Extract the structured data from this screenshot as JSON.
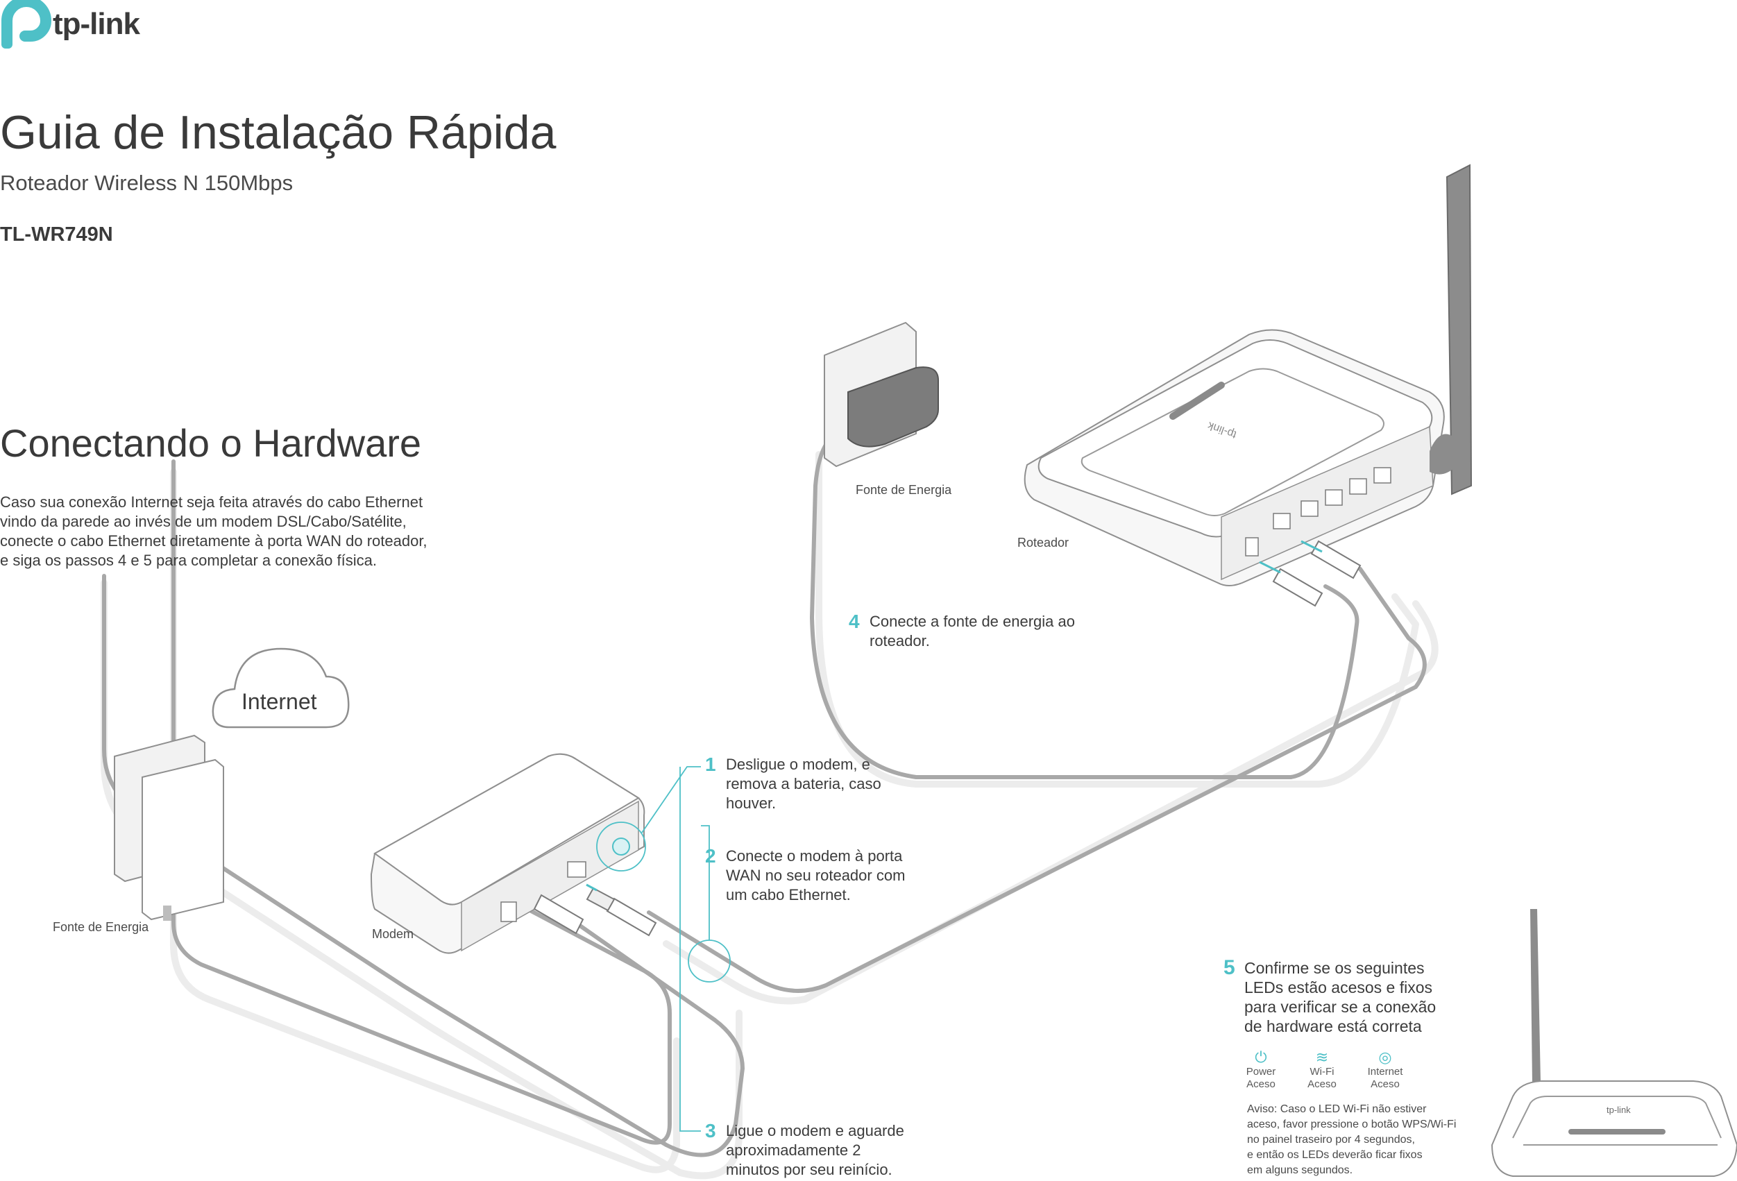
{
  "brand": {
    "name": "tp-link",
    "accent_color": "#4ec0c7"
  },
  "document": {
    "title": "Guia de Instalação Rápida",
    "subtitle": "Roteador Wireless N 150Mbps",
    "model": "TL-WR749N"
  },
  "section": {
    "heading": "Conectando o Hardware",
    "intro_lines": [
      "Caso sua conexão Internet seja feita através do cabo Ethernet",
      "vindo da parede ao invés de um modem DSL/Cabo/Satélite,",
      "conecte o cabo Ethernet diretamente à porta WAN do roteador,",
      "e siga os passos 4 e 5 para completar a conexão física."
    ]
  },
  "diagram": {
    "internet_label": "Internet",
    "modem_label": "Modem",
    "router_label": "Roteador",
    "power_label_left": "Fonte de Energia",
    "power_label_right": "Fonte de Energia",
    "router_logo": "tp-link"
  },
  "steps": [
    {
      "num": "1",
      "lines": [
        "Desligue o modem, e",
        "remova a bateria, caso",
        "houver."
      ]
    },
    {
      "num": "2",
      "lines": [
        "Conecte o modem à  porta",
        "WAN no seu roteador com",
        "um cabo Ethernet."
      ]
    },
    {
      "num": "3",
      "lines": [
        "Ligue o modem e  aguarde",
        "aproximadamente 2",
        "minutos por seu reinício."
      ]
    },
    {
      "num": "4",
      "lines": [
        "Conecte a fonte de energia ao",
        "roteador."
      ]
    },
    {
      "num": "5",
      "lines": [
        "Confirme se os seguintes",
        "LEDs estão acesos e fixos",
        "para verificar se a conexão",
        "de hardware está correta"
      ]
    }
  ],
  "leds": [
    {
      "icon": "power-icon",
      "glyph": "⏻",
      "name": "Power",
      "state": "Aceso"
    },
    {
      "icon": "wifi-icon",
      "glyph": "≋",
      "name": "Wi-Fi",
      "state": "Aceso"
    },
    {
      "icon": "internet-icon",
      "glyph": "◎",
      "name": "Internet",
      "state": "Aceso"
    }
  ],
  "warning_lines": [
    "Aviso: Caso o LED Wi-Fi não estiver",
    "aceso, favor pressione o botão WPS/Wi-Fi",
    "no painel traseiro por 4 segundos,",
    "e então os LEDs deverão ficar fixos",
    "em alguns segundos."
  ]
}
